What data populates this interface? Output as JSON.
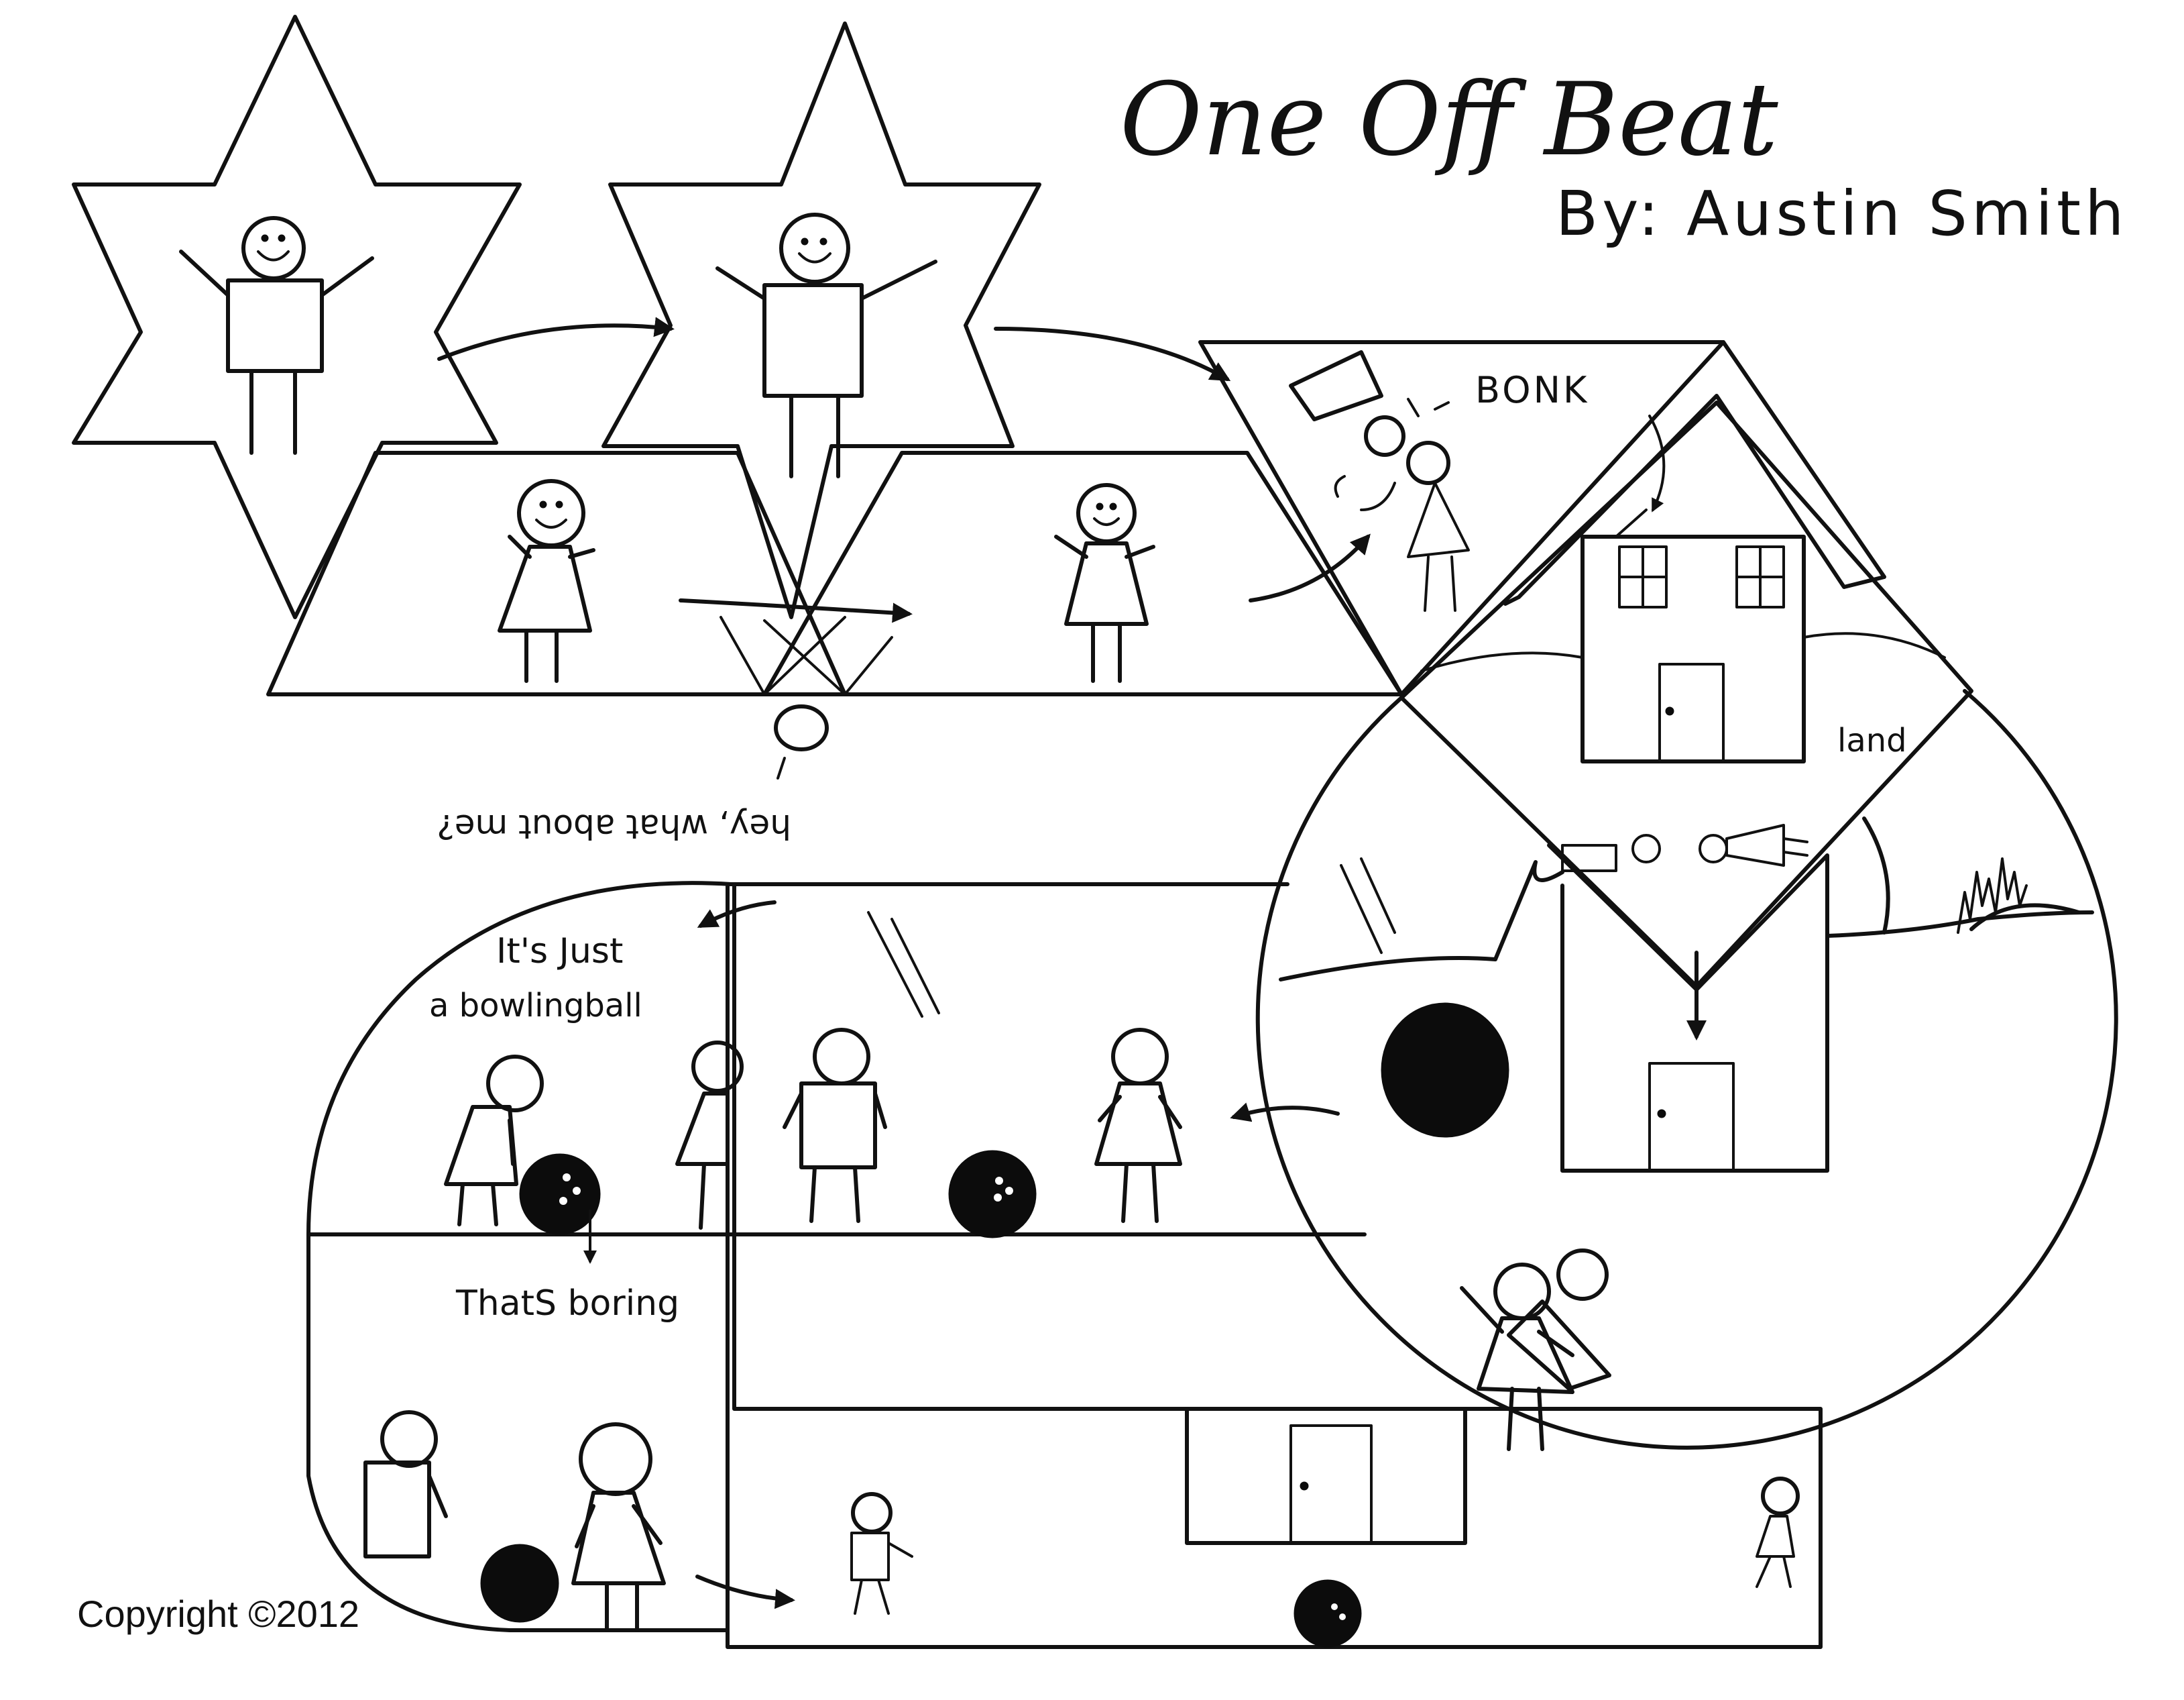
{
  "title": "One Off Beat",
  "byline": "By: Austin Smith",
  "copyright": "Copyright ©2012",
  "sound_effects": {
    "bonk": "BONK",
    "land": "land"
  },
  "dialogue": {
    "upside_down_thought": "hey, what about me?",
    "its_just_line1": "It's Just",
    "its_just_line2": "a bowlingball",
    "thats_boring": "ThatS boring"
  },
  "colors": {
    "ink": "#111111",
    "paper": "#ffffff"
  },
  "icons": {
    "star-panel": "six-pointed-star",
    "bowling-ball": "black-circle",
    "house": "house-outline"
  }
}
